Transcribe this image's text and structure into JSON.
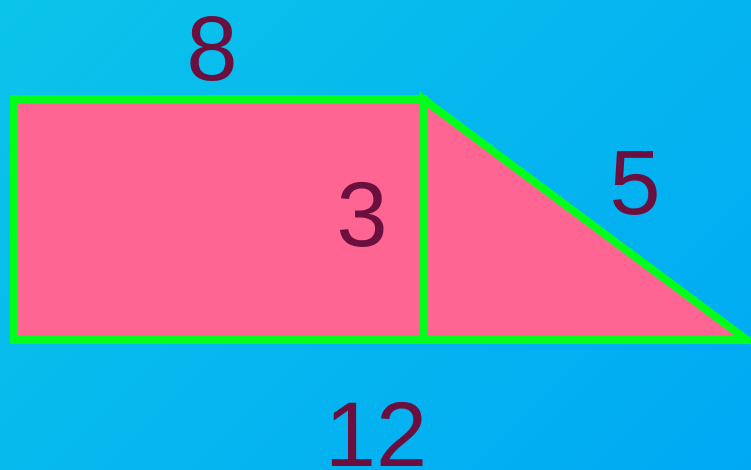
{
  "diagram": {
    "labels": {
      "top": "8",
      "middle": "3",
      "hypotenuse": "5",
      "bottom": "12"
    },
    "colors": {
      "background_start": "#0bc4ea",
      "background_end": "#00a9f4",
      "shape_fill": "#ff6593",
      "outline": "#00ff1a",
      "label_text": "#6b0f3e"
    }
  }
}
